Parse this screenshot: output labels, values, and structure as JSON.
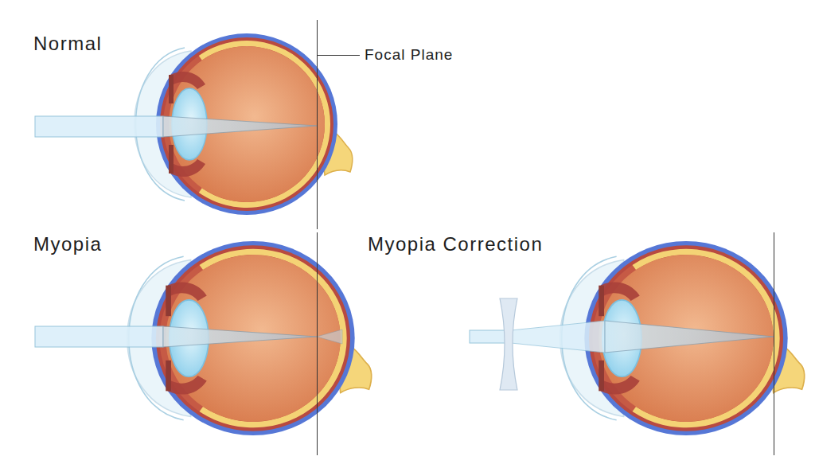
{
  "diagram": {
    "labels": [
      "Normal",
      "Focal Plane",
      "Myopia",
      "Myopia Correction"
    ]
  }
}
